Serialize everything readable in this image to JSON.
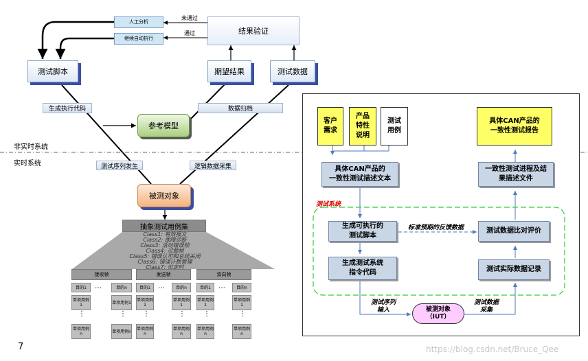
{
  "left": {
    "manual_analysis": "人工分析",
    "continue_auto": "继续自动执行",
    "result_verify": "结果验证",
    "not_pass": "未通过",
    "pass": "通过",
    "test_script": "测试脚本",
    "expected_result": "期望结果",
    "test_data": "测试数据",
    "gen_exec_code": "生成执行代码",
    "data_archive": "数据归档",
    "ref_model": "参考模型",
    "non_realtime": "非实时系统",
    "realtime": "实时系统",
    "test_sequence": "测试序列发生",
    "logic_collect": "逻辑数据采集",
    "dut": "被测对象",
    "abstract_cases": "抽象测试用例集",
    "classes": [
      "Class1: 有效报文",
      "Class2: 故障诊断",
      "Class3: 活动错误帧",
      "Class4: 过载帧",
      "Class5: 错误认可和总线关闭",
      "Class6: 错误计数管理",
      "Class7: 位定时"
    ],
    "columns": [
      {
        "name": "接收帧",
        "left": "目的1",
        "right": "目的n",
        "cell": "单项用例1",
        "last": "单项用例n",
        "dots": "…",
        "vdots": "⋮"
      },
      {
        "name": "发送帧",
        "left": "目的1",
        "right": "目的n",
        "cell": "单项用例1",
        "last": "单项用例n",
        "dots": "…",
        "vdots": "⋮"
      },
      {
        "name": "双向帧",
        "left": "目的1",
        "right": "目的n",
        "cell": "单项用例1",
        "last": "单项用例n",
        "dots": "…",
        "vdots": "⋮"
      }
    ],
    "page_number": "7"
  },
  "right": {
    "customer_req": "客户\n需求",
    "product_spec": "产品\n特性\n说明",
    "test_cases": "测试\n用例",
    "can_report": "具体CAN产品的\n一致性测试报告",
    "can_desc": "具体CAN产品的\n一致性测试描述文本",
    "conformance_file": "一致性测试进程及结\n果描述文件",
    "test_system": "测试系统",
    "exec_script": "生成可执行的\n测试脚本",
    "feedback": "标准预期的反馈数据",
    "compare": "测试数据比对评价",
    "gen_cmd": "生成测试系统\n指令代码",
    "record": "测试实际数据记录",
    "seq_input": "测试序列\n输入",
    "iut": "被测对象\n（IUT）",
    "data_collect": "测试数据\n采集"
  },
  "watermark": "https://blog.csdn.net/Bruce_Qee"
}
